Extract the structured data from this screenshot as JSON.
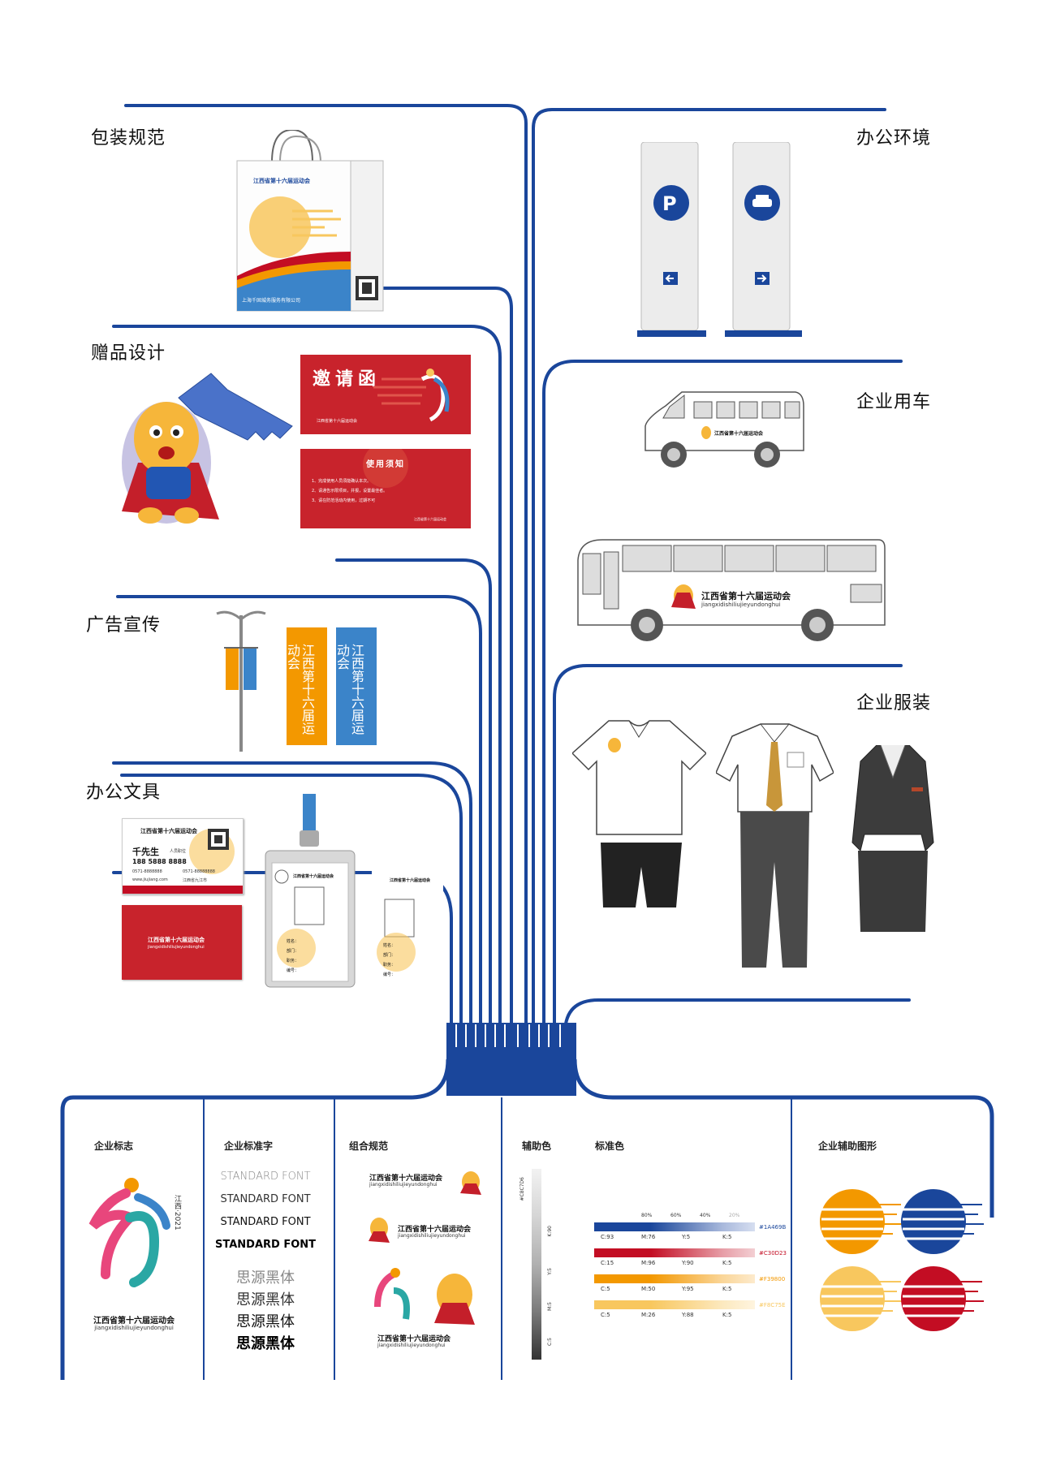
{
  "sections": {
    "packaging": "包装规范",
    "gifts": "赠品设计",
    "advertising": "广告宣传",
    "stationery": "办公文具",
    "office_env": "办公环境",
    "vehicles": "企业用车",
    "apparel": "企业服装"
  },
  "brand": {
    "name_cn": "江西省第十六届运动会",
    "name_pinyin": "jiangxidishiliujieyundonghui",
    "banner_text": "江西第十六届运动会",
    "seal_text": "江西·2021"
  },
  "bag": {
    "company": "上海千固城务服务有限公司"
  },
  "invite": {
    "title": "邀请函",
    "notice_title": "使用须知",
    "notice_lines": [
      "1、完成使用人员须能确认本次。",
      "2、请通告示限项目，并报，设置最佳者。",
      "3、请在防范活动内使用，过期不可"
    ]
  },
  "signage": {
    "parking": "P"
  },
  "card": {
    "person": "千先生",
    "role": "人员职位",
    "phone": "188 5888 8888",
    "tel": "0571-8888888",
    "fax": "0571-88888888",
    "web": "www.jiujiang.com",
    "addr": "江西省九江市"
  },
  "badge": {
    "fields": [
      "姓名：",
      "部门：",
      "职务：",
      "编号："
    ]
  },
  "bottom": {
    "logo_title": "企业标志",
    "font_title": "企业标准字",
    "combo_title": "组合规范",
    "aux_title": "辅助色",
    "std_title": "标准色",
    "pattern_title": "企业辅助图形",
    "font_samples": [
      "STANDARD FONT",
      "STANDARD FONT",
      "STANDARD FONT",
      "STANDARD FONT"
    ],
    "cn_samples": [
      "思源黑体",
      "思源黑体",
      "思源黑体",
      "思源黑体"
    ],
    "gray_labels": [
      "#C8C7D6",
      "K:90",
      "Y:5",
      "M:5",
      "C:5"
    ],
    "tint_labels": [
      "80%",
      "60%",
      "40%",
      "20%"
    ],
    "colors": [
      {
        "hex": "#1A469B",
        "cmyk": [
          "C:93",
          "M:76",
          "Y:5",
          "K:5"
        ]
      },
      {
        "hex": "#C30D23",
        "cmyk": [
          "C:15",
          "M:96",
          "Y:90",
          "K:5"
        ]
      },
      {
        "hex": "#F39800",
        "cmyk": [
          "C:5",
          "M:50",
          "Y:95",
          "K:5"
        ]
      },
      {
        "hex": "#F8C75E",
        "cmyk": [
          "C:5",
          "M:26",
          "Y:88",
          "K:5"
        ]
      }
    ]
  },
  "palette": {
    "blue": "#1A469B",
    "red": "#C30D23",
    "orange": "#F39800",
    "yellow": "#F8C75E"
  }
}
